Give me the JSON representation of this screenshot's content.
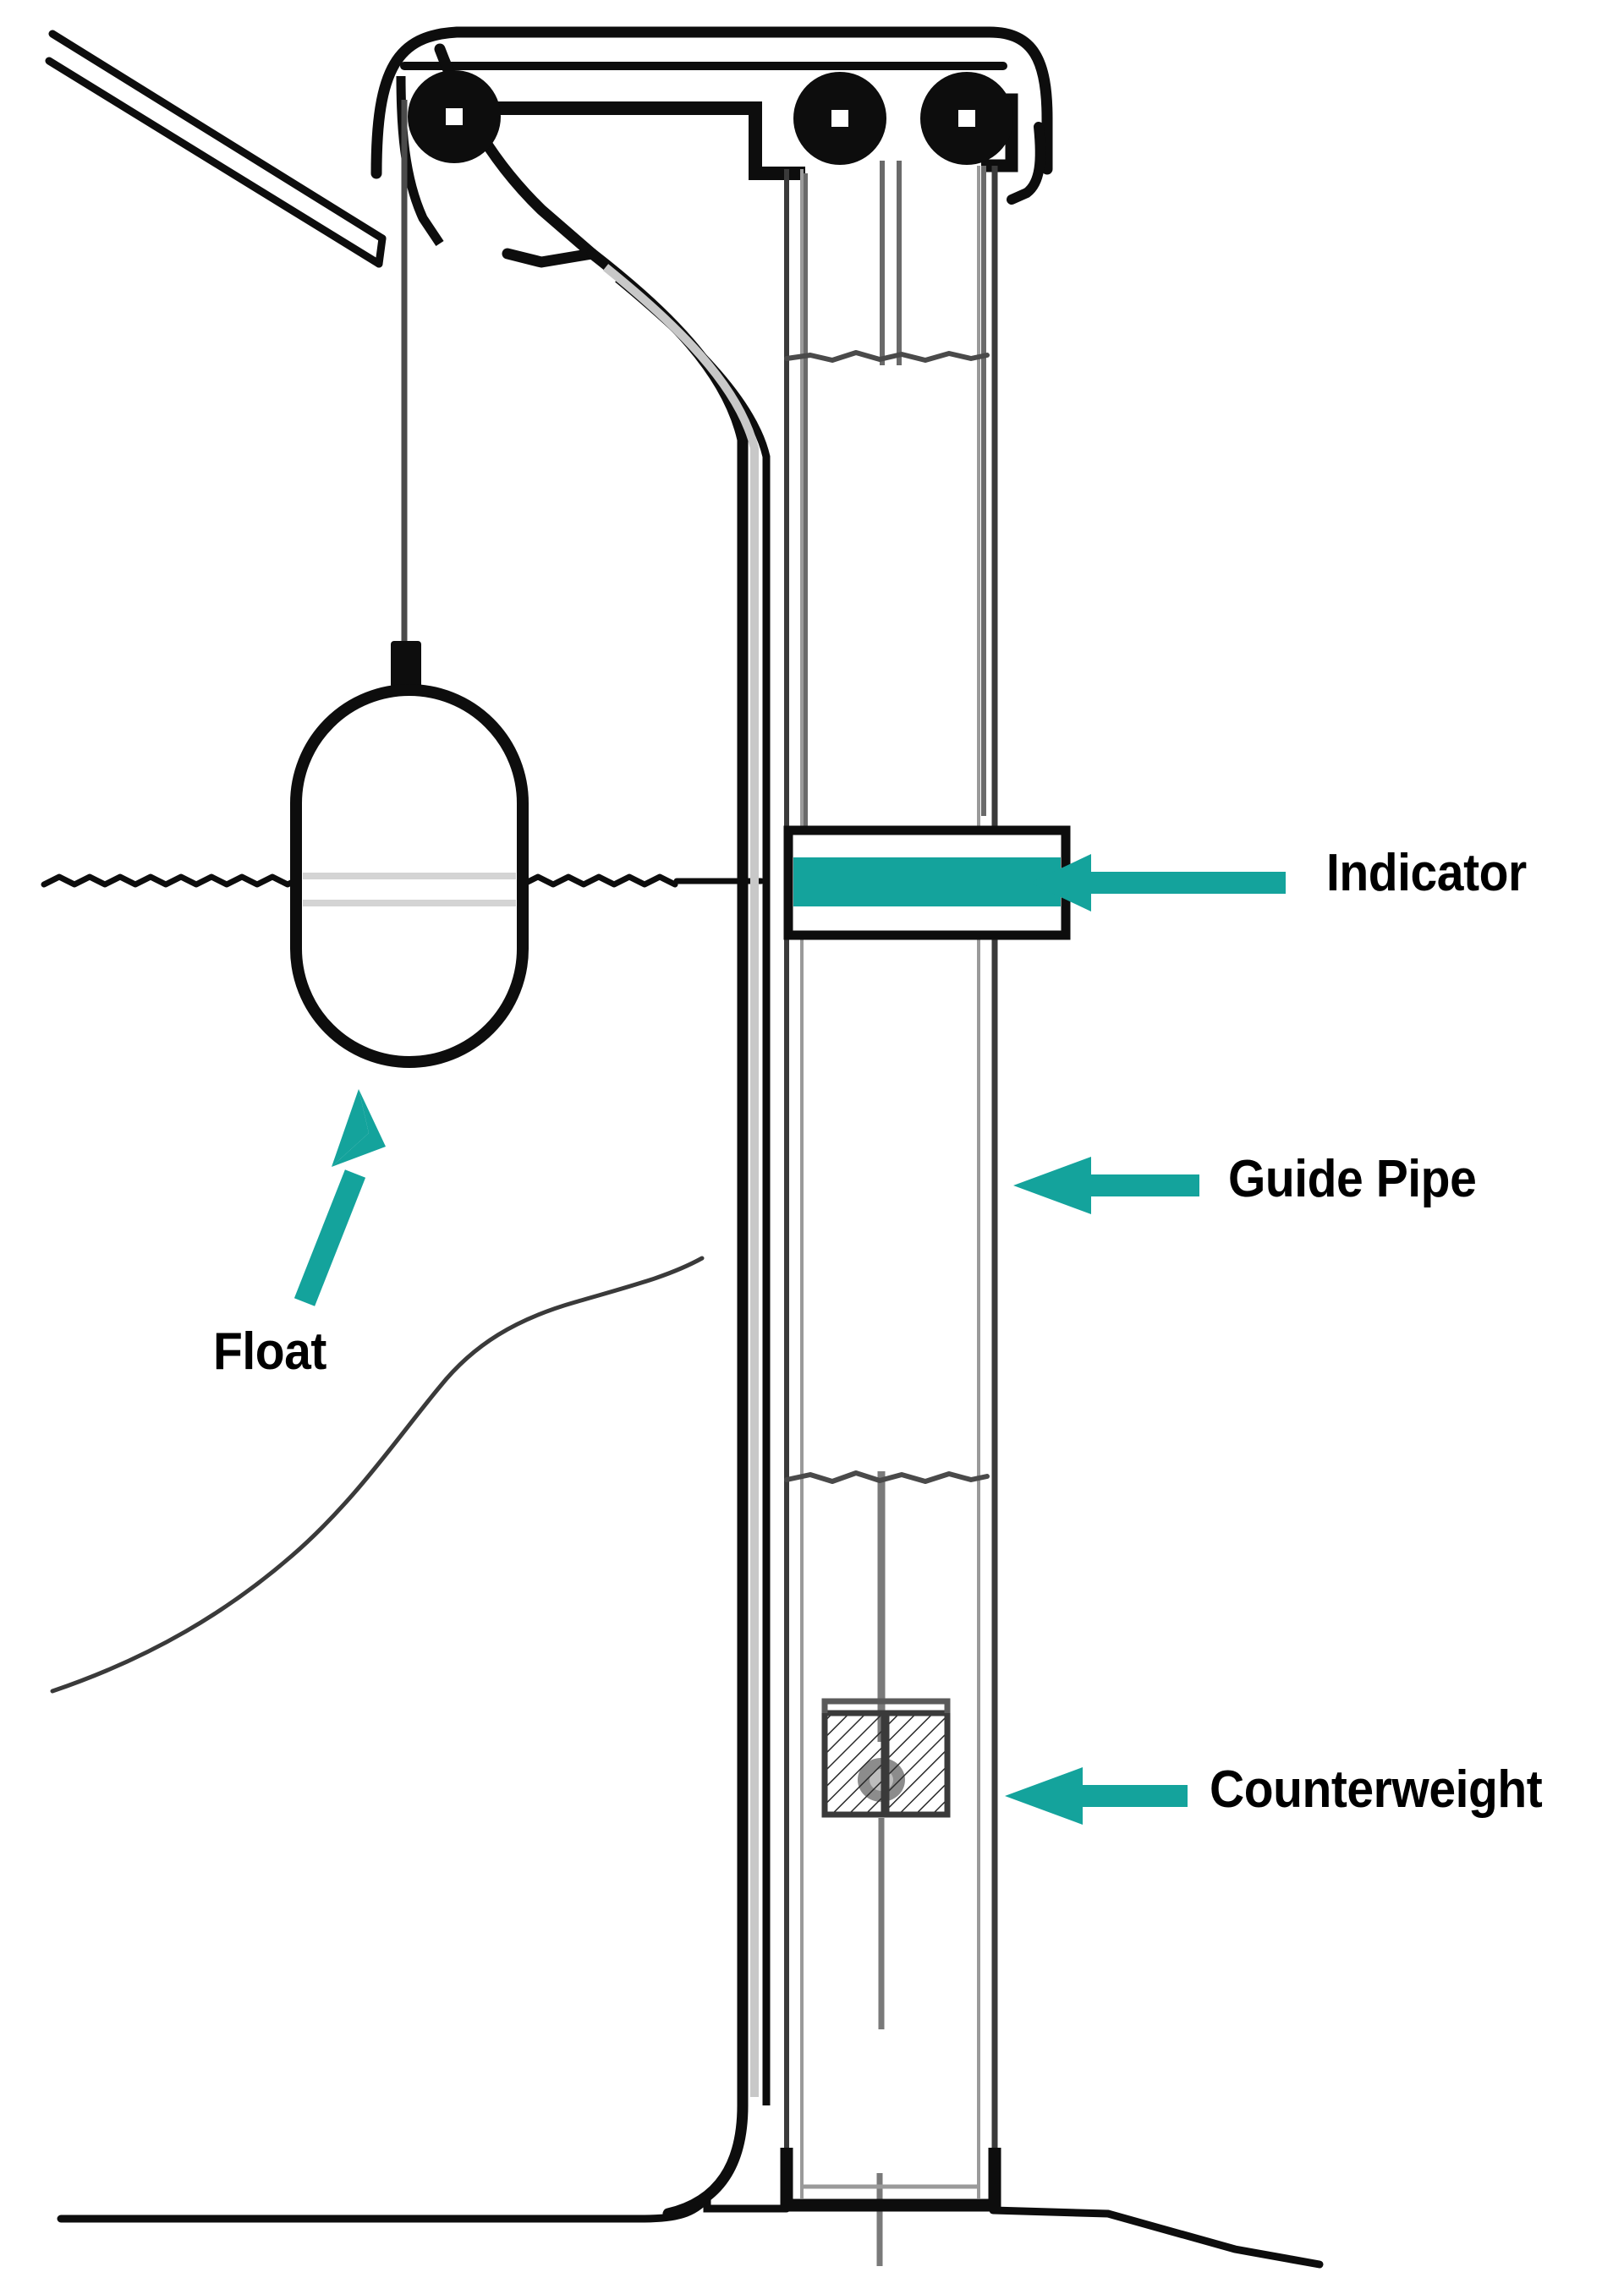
{
  "diagram": {
    "title": "Float and counterweight water level indicator (cross-section)",
    "background_color": "#ffffff",
    "ink_color": "#000000",
    "accent_color": "#14A39C",
    "labels": [
      {
        "id": "indicator",
        "text": "Indicator",
        "arrow": "arrow-left",
        "arrow_color": "#14A39C"
      },
      {
        "id": "guide_pipe",
        "text": "Guide Pipe",
        "arrow": "arrow-left",
        "arrow_color": "#14A39C"
      },
      {
        "id": "counterweight",
        "text": "Counterweight",
        "arrow": "arrow-left",
        "arrow_color": "#14A39C"
      },
      {
        "id": "float",
        "text": "Float",
        "arrow": "arrow-up-right",
        "arrow_color": "#14A39C"
      }
    ],
    "parts": {
      "pulleys": {
        "name": "pulley",
        "count": 3
      },
      "float": {
        "name": "float-body",
        "shape": "capsule"
      },
      "water_line": {
        "name": "water-surface",
        "style": "wavy"
      },
      "indicator_band": {
        "name": "indicator-band",
        "fill": "#14A39C"
      },
      "counterweight_blocks": {
        "name": "counterweight-block",
        "count": 2,
        "fill": "hatched"
      },
      "guide_pipe": {
        "name": "guide-pipe",
        "style": "double-wall-vertical"
      },
      "terrain": {
        "name": "terrain-slope",
        "style": "freehand-curve"
      },
      "ground": {
        "name": "ground-line",
        "style": "solid"
      },
      "break_lines": {
        "name": "break-line",
        "count": 2
      },
      "conduit": {
        "name": "diagonal-conduit",
        "style": "double-line"
      },
      "headframe": {
        "name": "pulley-headframe",
        "style": "rounded-bracket"
      }
    }
  }
}
